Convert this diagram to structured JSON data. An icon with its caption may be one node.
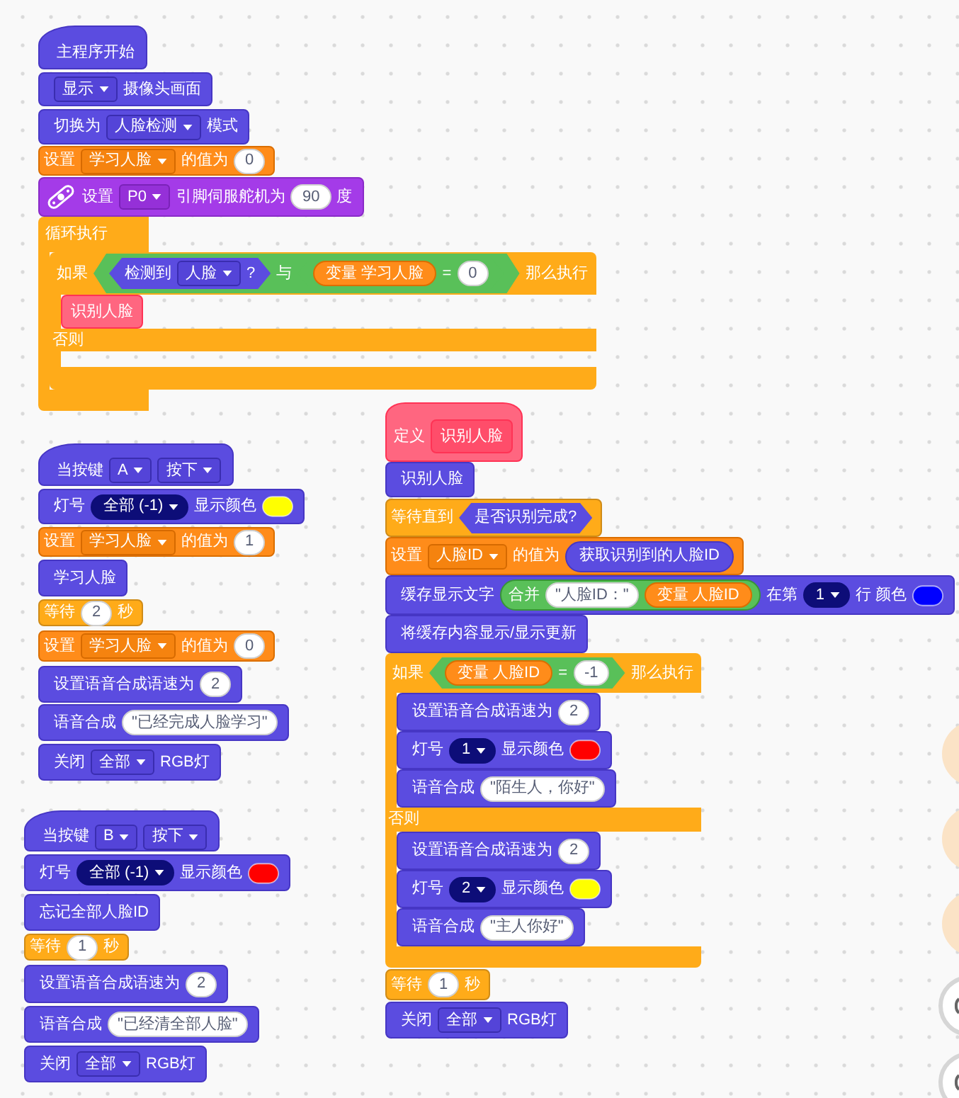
{
  "diagram": {
    "nodes": [
      {
        "text": [
          "主程序开始"
        ]
      },
      {
        "text": [
          "摄像头画面"
        ]
      },
      {
        "text": [
          "显示"
        ],
        "in": 1
      },
      {
        "text": [
          "切换为",
          "模式"
        ]
      },
      {
        "text": [
          "人脸检测"
        ],
        "in": 3
      },
      {
        "text": [
          "设置",
          "的值为"
        ]
      },
      {
        "text": [
          "学习人脸"
        ],
        "in": 5
      },
      {
        "text": [
          "0"
        ],
        "in": 5
      },
      {
        "text": [
          "设置",
          "引脚伺服舵机为",
          "度"
        ]
      },
      {
        "text": [
          "P0"
        ],
        "in": 8
      },
      {
        "text": [
          "90"
        ],
        "in": 8
      },
      {
        "text": [
          "循环执行"
        ]
      },
      {
        "text": [
          "如果",
          "那么执行",
          "否则"
        ],
        "in": 11
      },
      {
        "text": [
          "与"
        ],
        "in": 12
      },
      {
        "text": [
          "检测到",
          "?"
        ],
        "in": 13
      },
      {
        "text": [
          "人脸"
        ],
        "in": 14
      },
      {
        "text": [
          "="
        ],
        "in": 13
      },
      {
        "text": [
          "变量 学习人脸"
        ],
        "in": 16
      },
      {
        "text": [
          "0"
        ],
        "in": 16
      },
      {
        "text": [
          "识别人脸"
        ],
        "in": 12
      },
      {
        "text": [
          "当按键"
        ]
      },
      {
        "text": [
          "A"
        ],
        "in": 20
      },
      {
        "text": [
          "按下"
        ],
        "in": 20
      },
      {
        "text": [
          "灯号",
          "显示颜色"
        ]
      },
      {
        "text": [
          "全部 (-1)"
        ],
        "in": 23
      },
      {
        "text": [
          "设置",
          "的值为"
        ]
      },
      {
        "text": [
          "学习人脸"
        ],
        "in": 25
      },
      {
        "text": [
          "1"
        ],
        "in": 25
      },
      {
        "text": [
          "学习人脸"
        ]
      },
      {
        "text": [
          "等待",
          "秒"
        ]
      },
      {
        "text": [
          "2"
        ],
        "in": 29
      },
      {
        "text": [
          "设置",
          "的值为"
        ]
      },
      {
        "text": [
          "学习人脸"
        ],
        "in": 31
      },
      {
        "text": [
          "0"
        ],
        "in": 31
      },
      {
        "text": [
          "设置语音合成语速为"
        ]
      },
      {
        "text": [
          "2"
        ],
        "in": 34
      },
      {
        "text": [
          "语音合成"
        ]
      },
      {
        "text": [
          "\"已经完成人脸学习\""
        ],
        "in": 36
      },
      {
        "text": [
          "关闭",
          "RGB灯"
        ]
      },
      {
        "text": [
          "全部"
        ],
        "in": 38
      },
      {
        "text": [
          "当按键"
        ]
      },
      {
        "text": [
          "B"
        ],
        "in": 40
      },
      {
        "text": [
          "按下"
        ],
        "in": 40
      },
      {
        "text": [
          "灯号",
          "显示颜色"
        ]
      },
      {
        "text": [
          "全部 (-1)"
        ],
        "in": 43
      },
      {
        "text": [
          "忘记全部人脸ID"
        ]
      },
      {
        "text": [
          "等待",
          "秒"
        ]
      },
      {
        "text": [
          "1"
        ],
        "in": 46
      },
      {
        "text": [
          "设置语音合成语速为"
        ]
      },
      {
        "text": [
          "2"
        ],
        "in": 48
      },
      {
        "text": [
          "语音合成"
        ]
      },
      {
        "text": [
          "\"已经清全部人脸\""
        ],
        "in": 50
      },
      {
        "text": [
          "关闭",
          "RGB灯"
        ]
      },
      {
        "text": [
          "全部"
        ],
        "in": 52
      },
      {
        "text": [
          "定义"
        ]
      },
      {
        "text": [
          "识别人脸"
        ],
        "in": 54
      },
      {
        "text": [
          "识别人脸"
        ]
      },
      {
        "text": [
          "等待直到"
        ]
      },
      {
        "text": [
          "是否识别完成?"
        ],
        "in": 57
      },
      {
        "text": [
          "设置",
          "的值为"
        ]
      },
      {
        "text": [
          "人脸ID"
        ],
        "in": 59
      },
      {
        "text": [
          "获取识别到的人脸ID"
        ],
        "in": 59
      },
      {
        "text": [
          "缓存显示文字",
          "在第",
          "行 颜色"
        ]
      },
      {
        "text": [
          "合并"
        ],
        "in": 62
      },
      {
        "text": [
          "\"人脸ID：\""
        ],
        "in": 63
      },
      {
        "text": [
          "变量 人脸ID"
        ],
        "in": 63
      },
      {
        "text": [
          "1"
        ],
        "in": 62
      },
      {
        "text": [
          "将缓存内容显示/显示更新"
        ]
      },
      {
        "text": [
          "如果",
          "那么执行",
          "否则"
        ]
      },
      {
        "text": [
          "="
        ],
        "in": 68
      },
      {
        "text": [
          "变量 人脸ID"
        ],
        "in": 69
      },
      {
        "text": [
          "-1"
        ],
        "in": 69
      },
      {
        "text": [
          "设置语音合成语速为"
        ],
        "in": 68
      },
      {
        "text": [
          "2"
        ],
        "in": 72
      },
      {
        "text": [
          "灯号",
          "显示颜色"
        ],
        "in": 68
      },
      {
        "text": [
          "1"
        ],
        "in": 74
      },
      {
        "text": [
          "语音合成"
        ],
        "in": 68
      },
      {
        "text": [
          "\"陌生人，你好\""
        ],
        "in": 76
      },
      {
        "text": [
          "设置语音合成语速为"
        ],
        "in": 68
      },
      {
        "text": [
          "2"
        ],
        "in": 78
      },
      {
        "text": [
          "灯号",
          "显示颜色"
        ],
        "in": 68
      },
      {
        "text": [
          "2"
        ],
        "in": 80
      },
      {
        "text": [
          "语音合成"
        ],
        "in": 68
      },
      {
        "text": [
          "\"主人你好\""
        ],
        "in": 82
      },
      {
        "text": [
          "等待",
          "秒"
        ]
      },
      {
        "text": [
          "1"
        ],
        "in": 84
      },
      {
        "text": [
          "关闭",
          "RGB灯"
        ]
      },
      {
        "text": [
          "全部"
        ],
        "in": 86
      }
    ]
  }
}
